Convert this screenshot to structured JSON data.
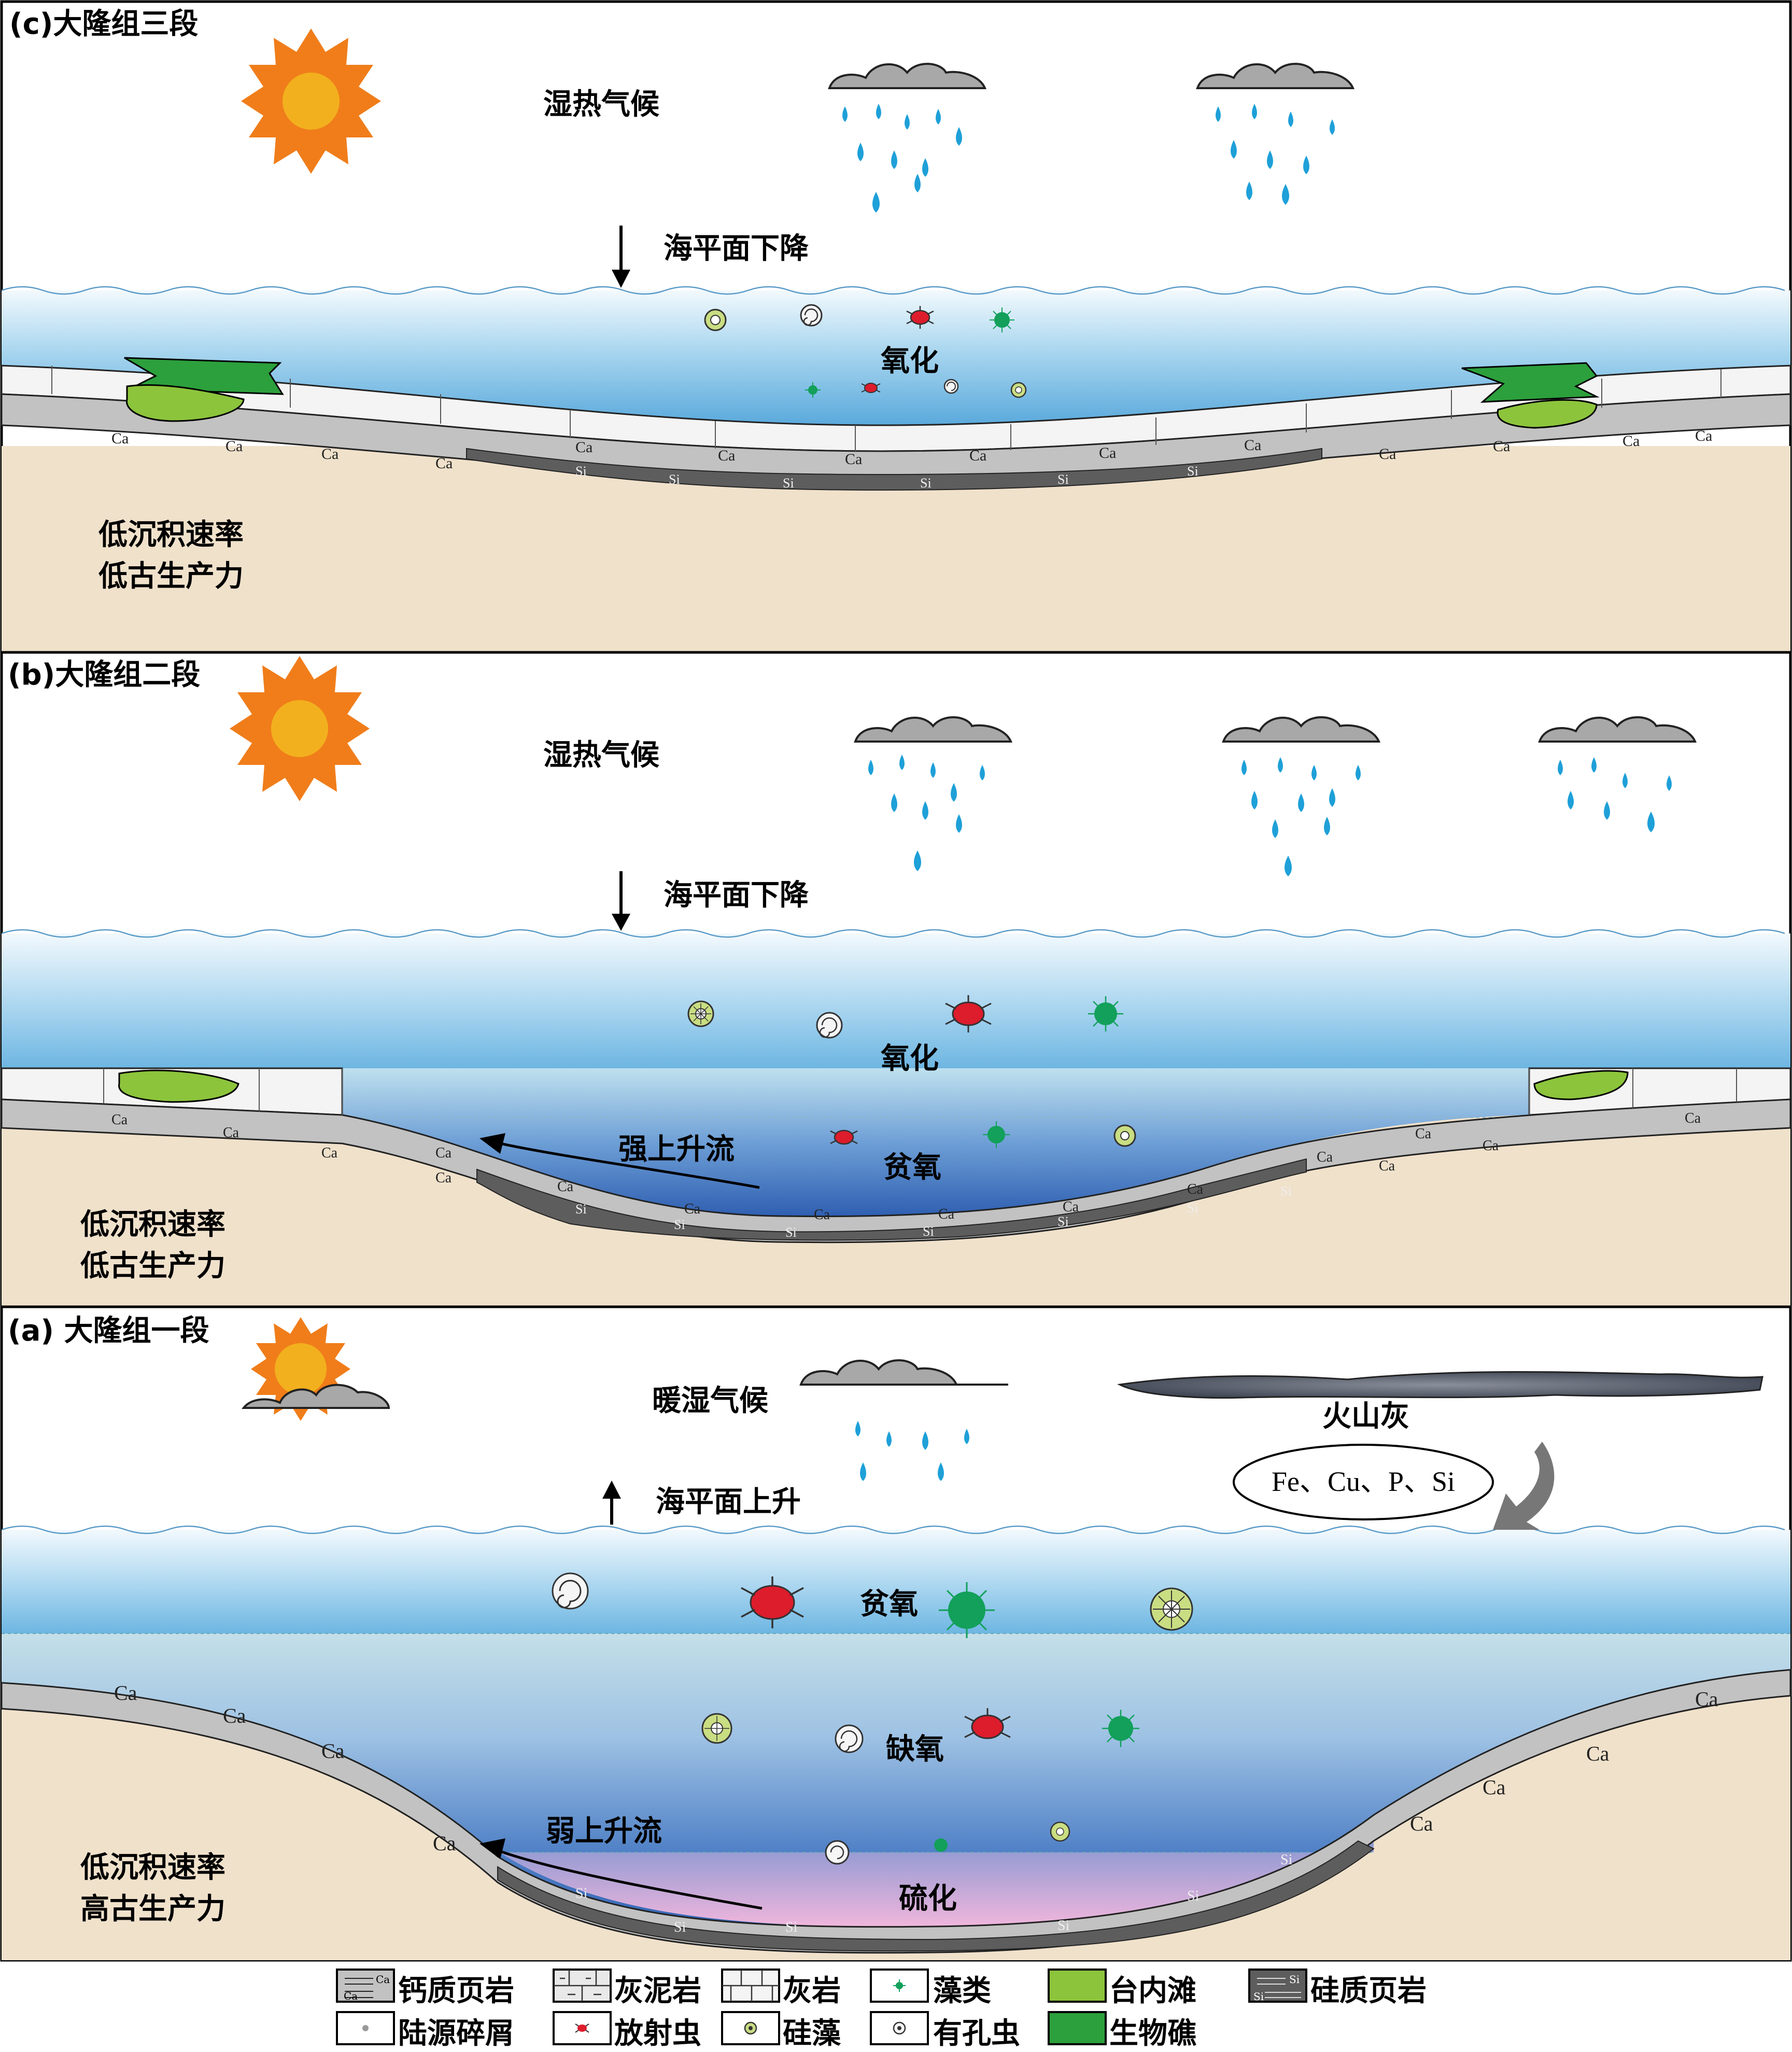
{
  "panels": {
    "c": {
      "title": "(c)大隆组三段",
      "climate": "湿热气候",
      "sea_level": "海平面下降",
      "water_state_1": "氧化",
      "rate_1": "低沉积速率",
      "rate_2": "低古生产力"
    },
    "b": {
      "title": "(b)大隆组二段",
      "climate": "湿热气候",
      "sea_level": "海平面下降",
      "water_state_1": "氧化",
      "water_state_2": "贫氧",
      "upwelling": "强上升流",
      "rate_1": "低沉积速率",
      "rate_2": "低古生产力"
    },
    "a": {
      "title": "(a) 大隆组一段",
      "climate": "暖湿气候",
      "sea_level": "海平面上升",
      "water_state_1": "贫氧",
      "water_state_2": "缺氧",
      "water_state_3": "硫化",
      "upwelling": "弱上升流",
      "volcanic_ash": "火山灰",
      "elements": "Fe、Cu、P、Si",
      "rate_1": "低沉积速率",
      "rate_2": "高古生产力"
    }
  },
  "lithology_marks": {
    "ca": "Ca",
    "si": "Si"
  },
  "legend": [
    {
      "key": "calcareous-shale",
      "label": "钙质页岩"
    },
    {
      "key": "marl",
      "label": "灰泥岩"
    },
    {
      "key": "limestone",
      "label": "灰岩"
    },
    {
      "key": "algae",
      "label": "藻类"
    },
    {
      "key": "intraplatform-shoal",
      "label": "台内滩"
    },
    {
      "key": "siliceous-shale",
      "label": "硅质页岩"
    },
    {
      "key": "terrigenous-debris",
      "label": "陆源碎屑"
    },
    {
      "key": "radiolaria",
      "label": "放射虫"
    },
    {
      "key": "diatom",
      "label": "硅藻"
    },
    {
      "key": "foraminifera",
      "label": "有孔虫"
    },
    {
      "key": "bioherm",
      "label": "生物礁"
    }
  ],
  "colors": {
    "sun_rays": "#f07d1a",
    "sun_core": "#f2b01e",
    "cloud": "#a8a8a8",
    "rain": "#1ea0d8",
    "sand": "#f0e1cb",
    "water_top": "#eef7fc",
    "water_mid": "#7fbfe6",
    "water_deep": "#2e62b3",
    "sulfidic": "#e6b4d8",
    "shoal_green": "#8cc43c",
    "reef_green": "#2ca03c",
    "radiolaria_red": "#dd1c2c",
    "algae_green": "#12a05a",
    "shale_gray": "#b9b9b9",
    "siliceous_dark": "#5d5d5d"
  }
}
